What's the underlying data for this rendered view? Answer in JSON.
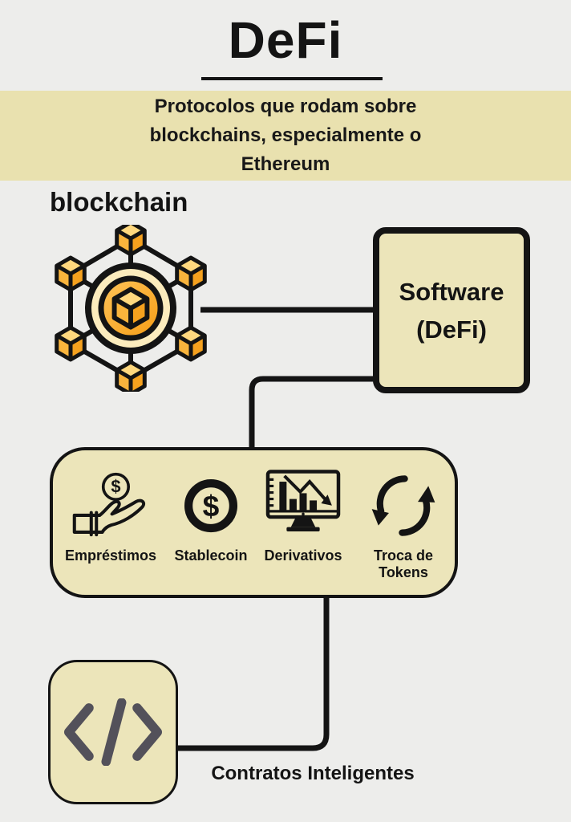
{
  "header": {
    "title": "DeFi",
    "subtitle_lines": [
      "Protocolos que rodam sobre",
      "blockchains, especialmente o",
      "Ethereum"
    ]
  },
  "blockchain": {
    "label": "blockchain"
  },
  "software": {
    "lines": [
      "Software",
      "(DeFi)"
    ]
  },
  "services": {
    "items": [
      {
        "label": "Empréstimos",
        "icon": "hand-coin-icon"
      },
      {
        "label": "Stablecoin",
        "icon": "stablecoin-dollar-icon"
      },
      {
        "label": "Derivativos",
        "icon": "derivatives-chart-icon"
      },
      {
        "label": "Troca de Tokens",
        "icon": "token-swap-icon"
      }
    ]
  },
  "smart_contracts": {
    "label": "Contratos Inteligentes",
    "icon": "code-icon"
  },
  "glyphs": {
    "dollar": "$"
  },
  "colors": {
    "background": "#ededeb",
    "banner": "#e9e1af",
    "panel_fill": "#ece5ba",
    "outline_black": "#141414",
    "cube_orange": "#f5a11e",
    "cube_orange_mid": "#f9b43c",
    "cube_orange_light": "#ffd87e",
    "center_ring_cream": "#fcecbd",
    "code_icon_gray": "#53515a"
  }
}
